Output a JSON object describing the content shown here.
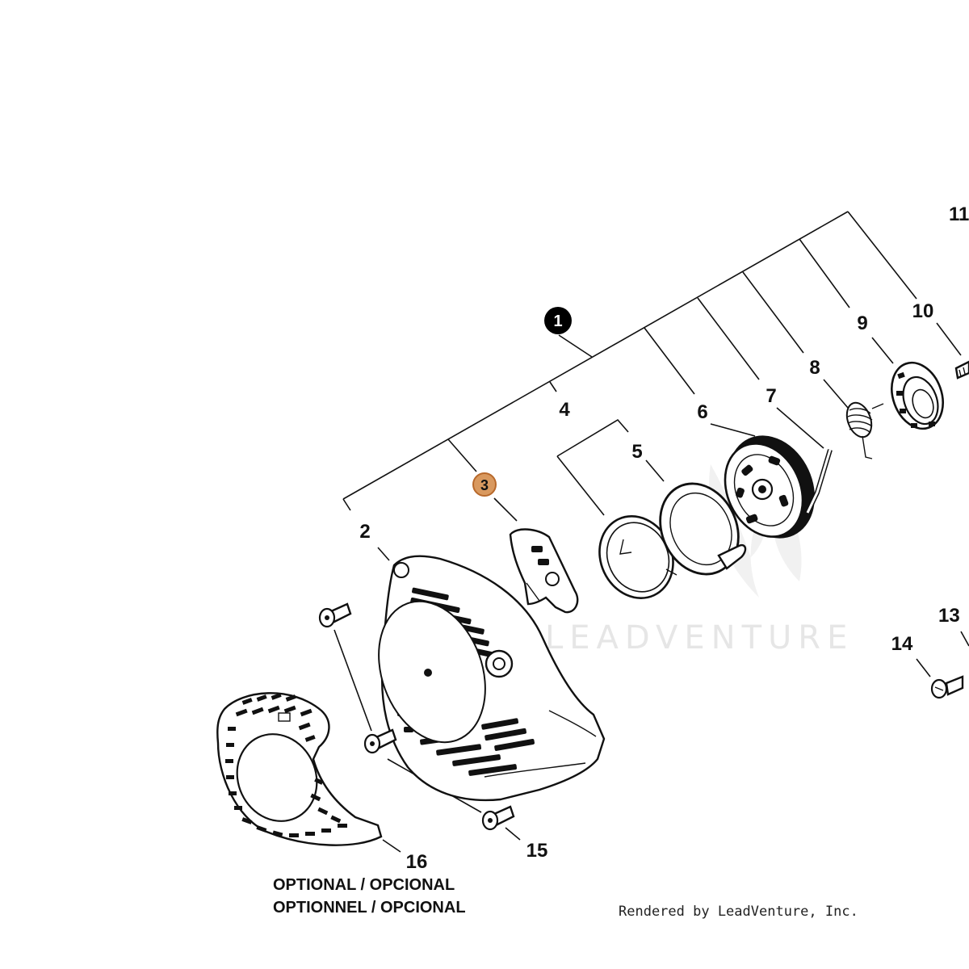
{
  "callouts": {
    "c1": "1",
    "c2": "2",
    "c3": "3",
    "c4": "4",
    "c5": "5",
    "c6": "6",
    "c7": "7",
    "c8": "8",
    "c9": "9",
    "c10": "10",
    "c11": "11",
    "c13": "13",
    "c14": "14",
    "c15": "15",
    "c16": "16"
  },
  "watermark": "LEADVENTURE",
  "optional_note": {
    "line1": "OPTIONAL / OPCIONAL",
    "line2": "OPTIONNEL / OPCIONAL"
  },
  "credit": "Rendered by LeadVenture, Inc.",
  "colors": {
    "highlight_fill": "#d9995f",
    "highlight_stroke": "#b8692b",
    "callout_fill": "#000000",
    "watermark": "#e6e6e6"
  },
  "icons": {
    "assembly_marker": "filled-circle",
    "highlight_marker": "orange-circle"
  }
}
